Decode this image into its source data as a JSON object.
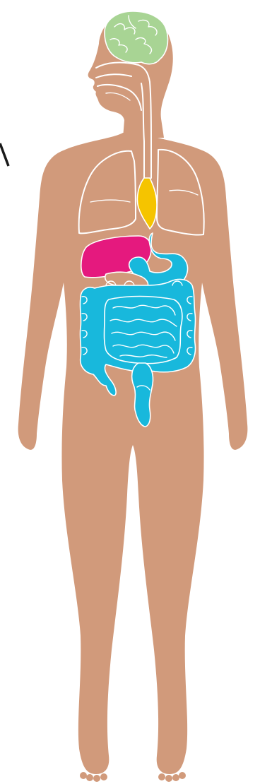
{
  "figure": {
    "colors": {
      "skin": "#d19a7b",
      "brain": "#a8d494",
      "liver": "#e5197e",
      "stomach": "#18b8dc",
      "intestines": "#18b8dc",
      "gallbladder_region": "#f5c400",
      "outline": "#ffffff",
      "mark": "#1a1a1a"
    },
    "structures": [
      "head",
      "brain",
      "nasal-cavity",
      "esophagus",
      "lungs",
      "heart",
      "liver",
      "stomach",
      "pancreas",
      "small-intestine",
      "large-intestine",
      "rectum"
    ]
  }
}
